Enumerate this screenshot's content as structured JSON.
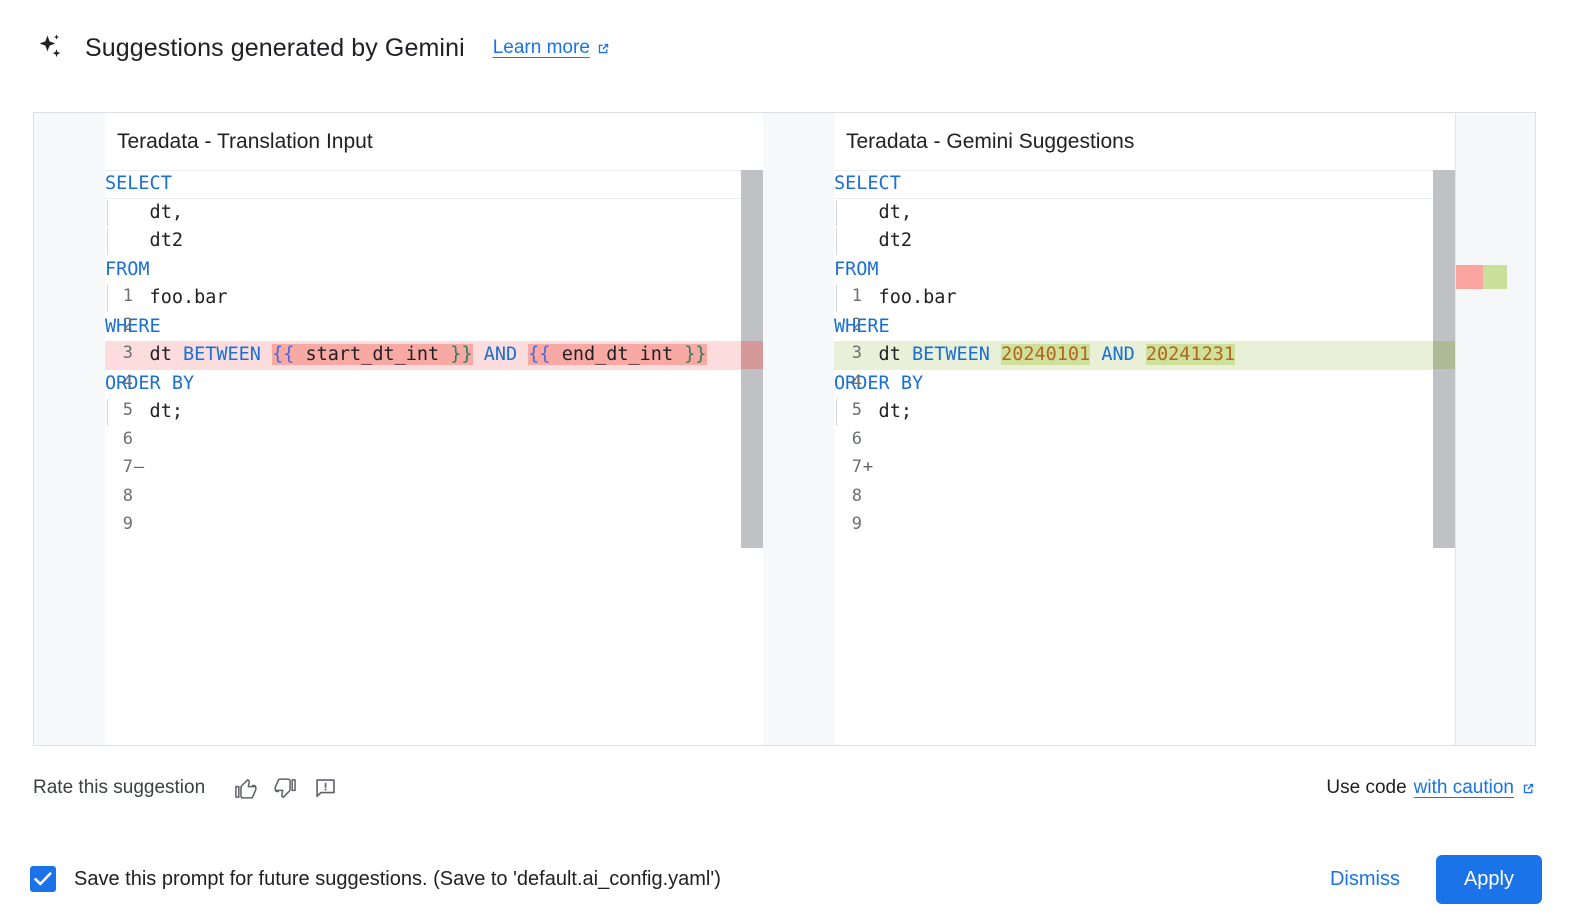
{
  "header": {
    "icon": "gemini-spark-icon",
    "title": "Suggestions generated by Gemini",
    "learn_more": "Learn more",
    "learn_more_icon": "external-link-icon"
  },
  "colors": {
    "accent": "#1a73e8",
    "keyword": "#1a6fd4",
    "number": "#b4651d",
    "deleted_line_bg": "#fcdcdc",
    "deleted_word_bg": "#f8a9a3",
    "inserted_line_bg": "#e8f0d8",
    "inserted_word_bg": "#cfe09a",
    "gutter_bg": "#f7f8fa",
    "scrollbar": "#bfc1c4"
  },
  "editor": {
    "left_pane": {
      "title": "Teradata - Translation Input",
      "lines": [
        {
          "no": "1",
          "sign": "",
          "state": "current",
          "indent": false,
          "tokens": [
            {
              "t": "SELECT",
              "c": "kw"
            }
          ]
        },
        {
          "no": "2",
          "sign": "",
          "state": "",
          "indent": true,
          "tokens": [
            {
              "t": "    dt,",
              "c": "plain"
            }
          ]
        },
        {
          "no": "3",
          "sign": "",
          "state": "",
          "indent": true,
          "tokens": [
            {
              "t": "    dt2",
              "c": "plain"
            }
          ]
        },
        {
          "no": "4",
          "sign": "",
          "state": "",
          "indent": false,
          "tokens": [
            {
              "t": "FROM",
              "c": "kw"
            }
          ]
        },
        {
          "no": "5",
          "sign": "",
          "state": "",
          "indent": true,
          "tokens": [
            {
              "t": "    foo.bar",
              "c": "plain"
            }
          ]
        },
        {
          "no": "6",
          "sign": "",
          "state": "",
          "indent": false,
          "tokens": [
            {
              "t": "WHERE",
              "c": "kw"
            }
          ]
        },
        {
          "no": "7",
          "sign": "–",
          "state": "del",
          "indent": false,
          "tokens": [
            {
              "t": "    dt ",
              "c": "plain"
            },
            {
              "t": "BETWEEN",
              "c": "kw"
            },
            {
              "t": " ",
              "c": "plain"
            },
            {
              "t": "{{",
              "c": "brace-open",
              "w": "del"
            },
            {
              "t": " start_dt_int ",
              "c": "plain",
              "w": "del"
            },
            {
              "t": "}}",
              "c": "brace-close",
              "w": "del"
            },
            {
              "t": " ",
              "c": "plain"
            },
            {
              "t": "AND",
              "c": "kw"
            },
            {
              "t": " ",
              "c": "plain"
            },
            {
              "t": "{{",
              "c": "brace-open",
              "w": "del"
            },
            {
              "t": " end_dt_int ",
              "c": "plain",
              "w": "del"
            },
            {
              "t": "}}",
              "c": "brace-close",
              "w": "del"
            }
          ]
        },
        {
          "no": "8",
          "sign": "",
          "state": "",
          "indent": false,
          "tokens": [
            {
              "t": "ORDER BY",
              "c": "kw"
            }
          ]
        },
        {
          "no": "9",
          "sign": "",
          "state": "",
          "indent": true,
          "tokens": [
            {
              "t": "    dt;",
              "c": "plain"
            }
          ]
        }
      ]
    },
    "right_pane": {
      "title": "Teradata - Gemini Suggestions",
      "lines": [
        {
          "no": "1",
          "sign": "",
          "state": "current",
          "indent": false,
          "tokens": [
            {
              "t": "SELECT",
              "c": "kw"
            }
          ]
        },
        {
          "no": "2",
          "sign": "",
          "state": "",
          "indent": true,
          "tokens": [
            {
              "t": "    dt,",
              "c": "plain"
            }
          ]
        },
        {
          "no": "3",
          "sign": "",
          "state": "",
          "indent": true,
          "tokens": [
            {
              "t": "    dt2",
              "c": "plain"
            }
          ]
        },
        {
          "no": "4",
          "sign": "",
          "state": "",
          "indent": false,
          "tokens": [
            {
              "t": "FROM",
              "c": "kw"
            }
          ]
        },
        {
          "no": "5",
          "sign": "",
          "state": "",
          "indent": true,
          "tokens": [
            {
              "t": "    foo.bar",
              "c": "plain"
            }
          ]
        },
        {
          "no": "6",
          "sign": "",
          "state": "",
          "indent": false,
          "tokens": [
            {
              "t": "WHERE",
              "c": "kw"
            }
          ]
        },
        {
          "no": "7",
          "sign": "+",
          "state": "ins",
          "indent": false,
          "tokens": [
            {
              "t": "    dt ",
              "c": "plain"
            },
            {
              "t": "BETWEEN",
              "c": "kw"
            },
            {
              "t": " ",
              "c": "plain"
            },
            {
              "t": "20240101",
              "c": "num",
              "w": "ins"
            },
            {
              "t": " ",
              "c": "plain"
            },
            {
              "t": "AND",
              "c": "kw"
            },
            {
              "t": " ",
              "c": "plain"
            },
            {
              "t": "20241231",
              "c": "num",
              "w": "ins"
            }
          ]
        },
        {
          "no": "8",
          "sign": "",
          "state": "",
          "indent": false,
          "tokens": [
            {
              "t": "ORDER BY",
              "c": "kw"
            }
          ]
        },
        {
          "no": "9",
          "sign": "",
          "state": "",
          "indent": true,
          "tokens": [
            {
              "t": "    dt;",
              "c": "plain"
            }
          ]
        }
      ]
    }
  },
  "rate": {
    "label": "Rate this suggestion",
    "thumb_up_icon": "thumb-up-icon",
    "thumb_down_icon": "thumb-down-icon",
    "report_icon": "report-issue-icon",
    "use_code_prefix": "Use code",
    "caution_link": "with caution",
    "caution_icon": "external-link-icon"
  },
  "bottom": {
    "save_checkbox_checked": true,
    "save_label": "Save this prompt for future suggestions. (Save to 'default.ai_config.yaml')",
    "dismiss_label": "Dismiss",
    "apply_label": "Apply"
  }
}
